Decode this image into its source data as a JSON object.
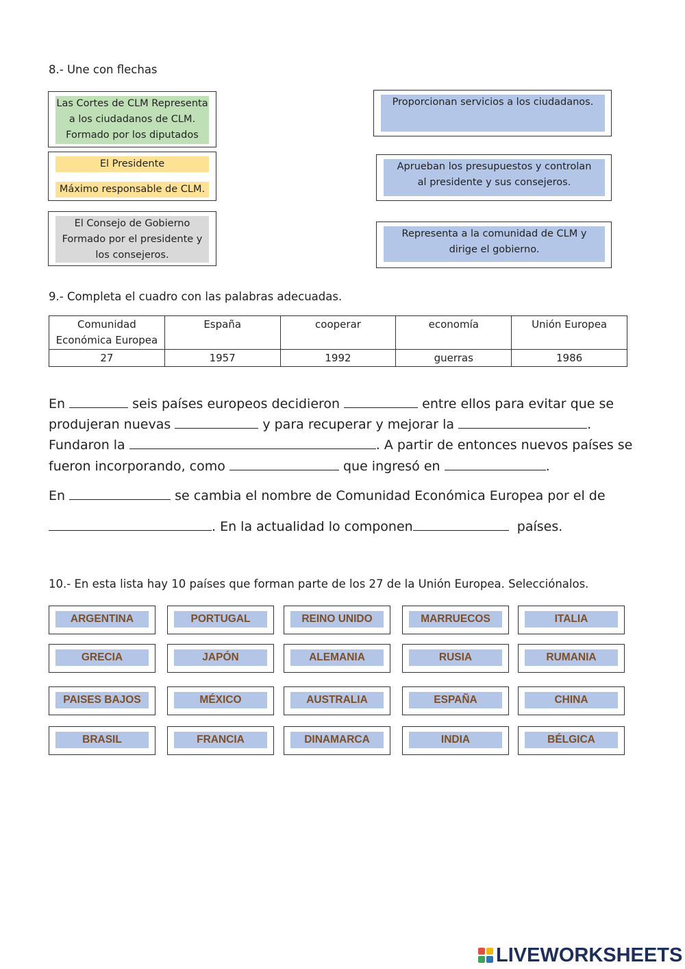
{
  "section8": {
    "title": "8.- Une con flechas",
    "left": [
      {
        "lines": [
          "Las Cortes de CLM Representa",
          "a los ciudadanos de CLM.",
          "Formado por los diputados"
        ]
      },
      {
        "line1": "El Presidente",
        "line2": "Máximo responsable de CLM."
      },
      {
        "lines": [
          "El Consejo de Gobierno",
          "Formado por el presidente y",
          "los consejeros."
        ]
      }
    ],
    "right": [
      {
        "lines": [
          "Proporcionan servicios a los ciudadanos."
        ]
      },
      {
        "lines": [
          "Aprueban los presupuestos y controlan",
          "al presidente y sus consejeros."
        ]
      },
      {
        "lines": [
          "Representa a la comunidad de CLM y",
          "dirige el gobierno."
        ]
      }
    ]
  },
  "section9": {
    "title": "9.- Completa el cuadro con las palabras adecuadas.",
    "table": {
      "row1": [
        "Comunidad Económica Europea",
        "España",
        "cooperar",
        "economía",
        "Unión Europea"
      ],
      "row2": [
        "27",
        "1957",
        "1992",
        "guerras",
        "1986"
      ]
    },
    "paragraph": {
      "l1a": "En",
      "l1b": " seis países europeos decidieron ",
      "l1c": " entre ellos para evitar que se",
      "l2a": "produjeran nuevas ",
      "l2b": " y para recuperar y mejorar la ",
      "l2c": ".",
      "l3a": "Fundaron la ",
      "l3b": ". A partir de entonces nuevos países se",
      "l4a": "fueron incorporando, como ",
      "l4b": " que ingresó en ",
      "l4c": ".",
      "l5a": "En ",
      "l5b": " se cambia el nombre de Comunidad Económica Europea por el de",
      "l6a": ". En la actualidad lo componen",
      "l6b": "  países."
    }
  },
  "section10": {
    "title": "10.- En esta lista hay 10 países que forman parte de los 27 de la Unión Europea. Selecciónalos.",
    "countries": [
      [
        "ARGENTINA",
        "PORTUGAL",
        "REINO UNIDO",
        "MARRUECOS",
        "ITALIA"
      ],
      [
        "GRECIA",
        "JAPÓN",
        "ALEMANIA",
        "RUSIA",
        "RUMANIA"
      ],
      [
        "PAISES BAJOS",
        "MÉXICO",
        "AUSTRALIA",
        "ESPAÑA",
        "CHINA"
      ],
      [
        "BRASIL",
        "FRANCIA",
        "DINAMARCA",
        "INDIA",
        "BÉLGICA"
      ]
    ]
  },
  "footer": {
    "logo_text": "LIVEWORKSHEETS"
  },
  "colors": {
    "green": "#bfe0b6",
    "yellow": "#fde293",
    "gray": "#d9d9d9",
    "blue": "#b4c6e7",
    "country_text": "#7f4f24",
    "logo": "#1d2d5c"
  }
}
